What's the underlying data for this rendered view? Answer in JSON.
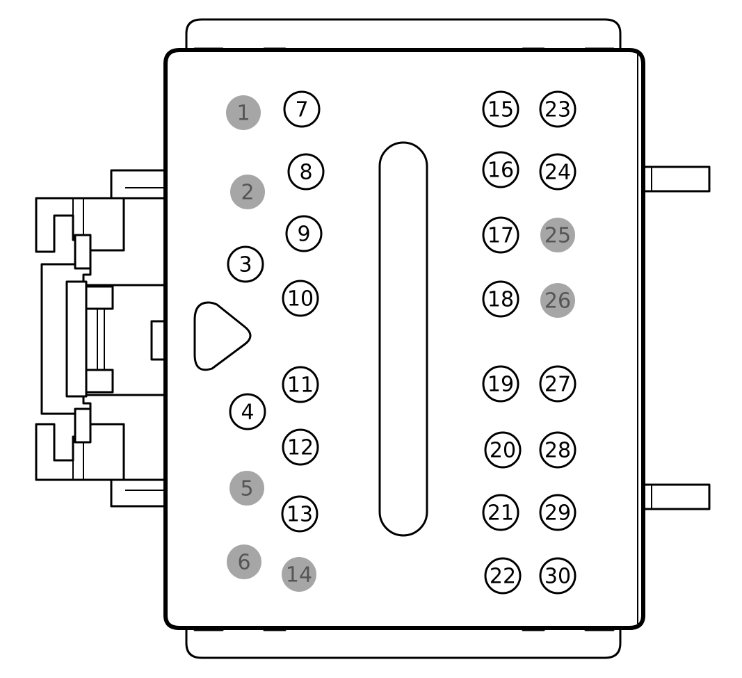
{
  "colors": {
    "outline": "#000000",
    "background": "#ffffff",
    "pin_active_fill": "#ffffff",
    "pin_active_stroke": "#000000",
    "pin_active_text": "#000000",
    "pin_unused_fill": "#a6a6a6",
    "pin_unused_text": "#555555"
  },
  "pins": [
    {
      "label": "1",
      "state": "unused"
    },
    {
      "label": "2",
      "state": "unused"
    },
    {
      "label": "3",
      "state": "active"
    },
    {
      "label": "4",
      "state": "active"
    },
    {
      "label": "5",
      "state": "unused"
    },
    {
      "label": "6",
      "state": "unused"
    },
    {
      "label": "7",
      "state": "active"
    },
    {
      "label": "8",
      "state": "active"
    },
    {
      "label": "9",
      "state": "active"
    },
    {
      "label": "10",
      "state": "active"
    },
    {
      "label": "11",
      "state": "active"
    },
    {
      "label": "12",
      "state": "active"
    },
    {
      "label": "13",
      "state": "active"
    },
    {
      "label": "14",
      "state": "unused"
    },
    {
      "label": "15",
      "state": "active"
    },
    {
      "label": "16",
      "state": "active"
    },
    {
      "label": "17",
      "state": "active"
    },
    {
      "label": "18",
      "state": "active"
    },
    {
      "label": "19",
      "state": "active"
    },
    {
      "label": "20",
      "state": "active"
    },
    {
      "label": "21",
      "state": "active"
    },
    {
      "label": "22",
      "state": "active"
    },
    {
      "label": "23",
      "state": "active"
    },
    {
      "label": "24",
      "state": "active"
    },
    {
      "label": "25",
      "state": "unused"
    },
    {
      "label": "26",
      "state": "unused"
    },
    {
      "label": "27",
      "state": "active"
    },
    {
      "label": "28",
      "state": "active"
    },
    {
      "label": "29",
      "state": "active"
    },
    {
      "label": "30",
      "state": "active"
    }
  ]
}
